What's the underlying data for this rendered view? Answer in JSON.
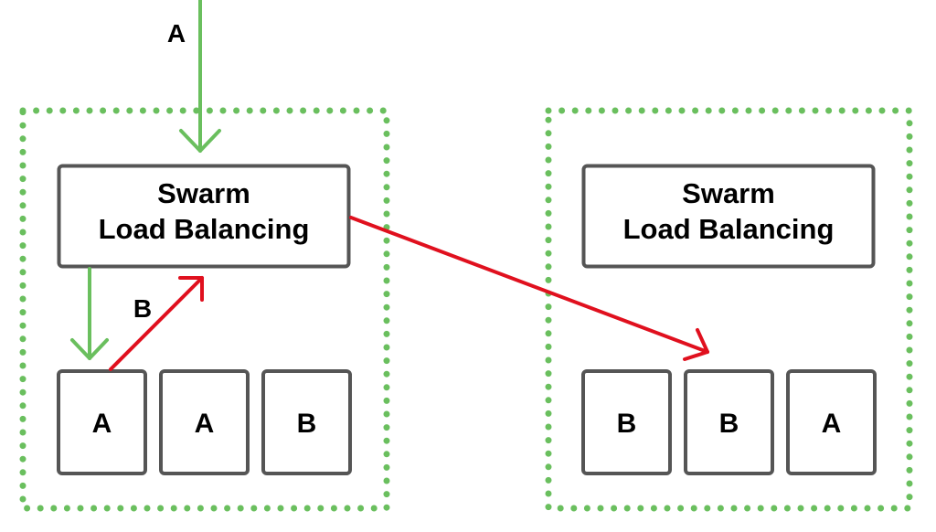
{
  "colors": {
    "node_border": "#6abf5e",
    "box_border": "#555555",
    "flow_a": "#6abf5e",
    "flow_b": "#e0101e"
  },
  "flow_labels": {
    "a": "A",
    "b": "B"
  },
  "nodes": [
    {
      "load_balancer": {
        "line1": "Swarm",
        "line2": "Load Balancing"
      },
      "tasks": [
        "A",
        "A",
        "B"
      ]
    },
    {
      "load_balancer": {
        "line1": "Swarm",
        "line2": "Load Balancing"
      },
      "tasks": [
        "B",
        "B",
        "A"
      ]
    }
  ]
}
